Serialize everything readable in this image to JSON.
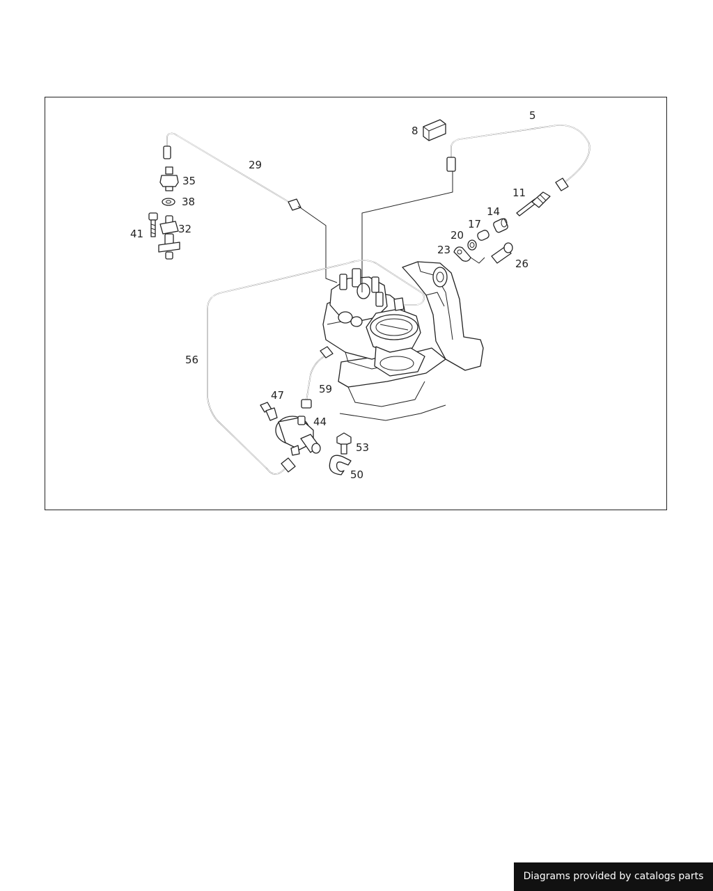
{
  "diagram": {
    "callouts": {
      "c5": "5",
      "c8": "8",
      "c11": "11",
      "c14": "14",
      "c17": "17",
      "c20": "20",
      "c23": "23",
      "c26": "26",
      "c29": "29",
      "c32": "32",
      "c35": "35",
      "c38": "38",
      "c41": "41",
      "c44": "44",
      "c47": "47",
      "c50": "50",
      "c53": "53",
      "c56": "56",
      "c59": "59"
    }
  },
  "footer": {
    "credit": "Diagrams provided by catalogs parts",
    "background": "#111111",
    "text_color": "#ffffff"
  }
}
